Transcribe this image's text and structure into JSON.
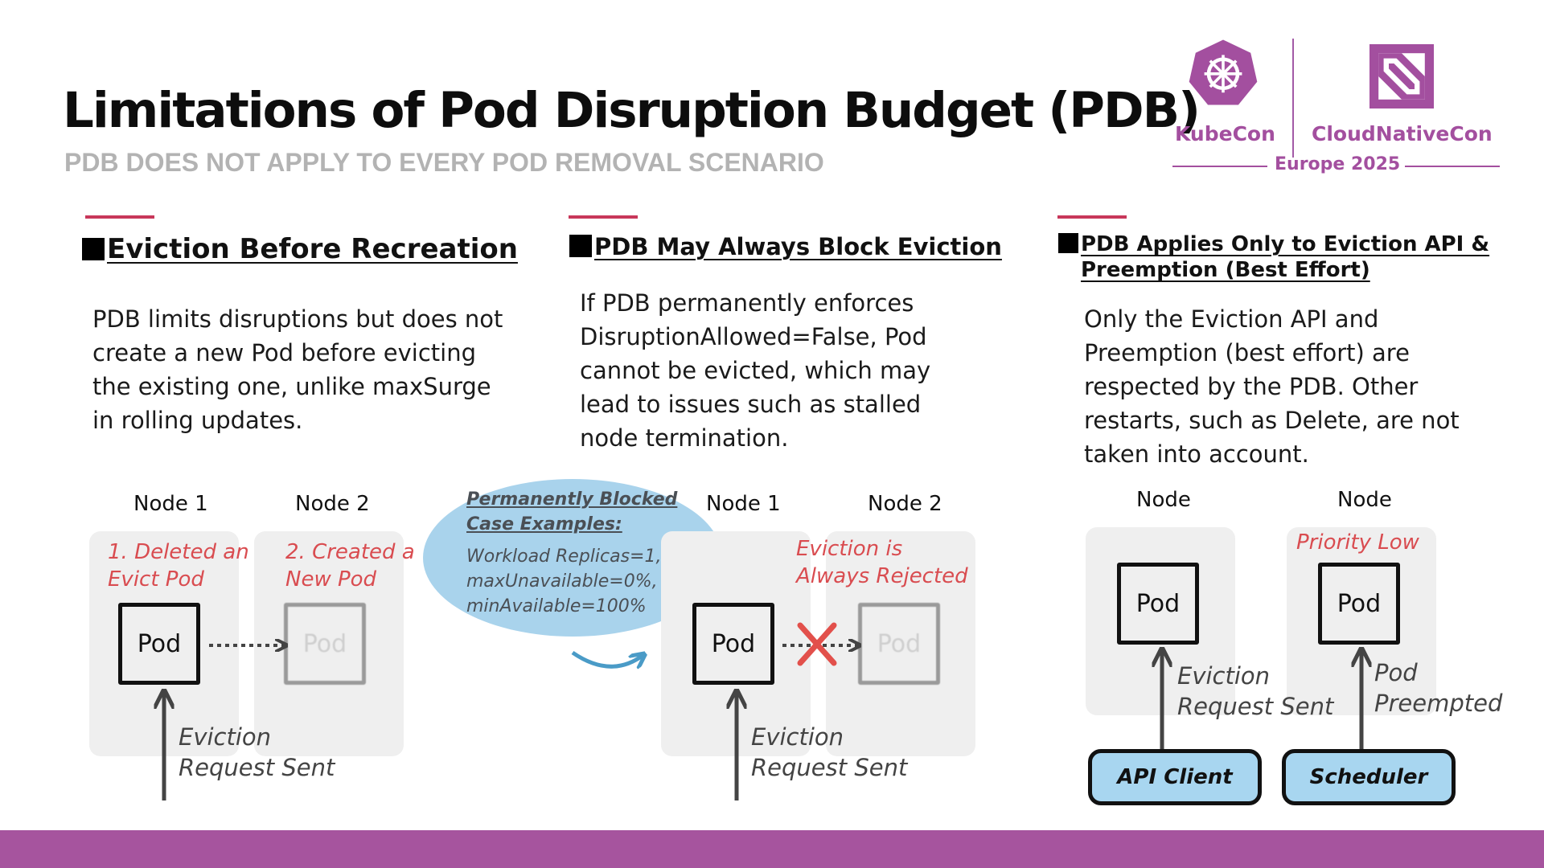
{
  "header": {
    "title": "Limitations of Pod Disruption Budget (PDB)",
    "subtitle": "PDB DOES NOT APPLY TO EVERY POD REMOVAL SCENARIO"
  },
  "logo": {
    "kubecon": "KubeCon",
    "cloudnativecon": "CloudNativeCon",
    "event": "Europe 2025",
    "brand_color": "#a34f9f"
  },
  "sections": [
    {
      "heading": "Eviction Before Recreation",
      "body": "PDB limits disruptions but does not create a new Pod before evicting the existing one, unlike maxSurge in rolling updates.",
      "node1": "Node 1",
      "node2": "Node 2",
      "step1": "1. Deleted an\nEvict Pod",
      "step2": "2. Created a\nNew Pod",
      "pod_label": "Pod",
      "ghost_pod_label": "Pod",
      "arrow_label": "Eviction\nRequest Sent"
    },
    {
      "heading": "PDB May Always Block Eviction",
      "body": "If PDB permanently enforces DisruptionAllowed=False, Pod cannot be evicted, which may lead to issues such as stalled node termination.",
      "node1": "Node 1",
      "node2": "Node 2",
      "rejected": "Eviction is\nAlways Rejected",
      "pod_label": "Pod",
      "ghost_pod_label": "Pod",
      "arrow_label": "Eviction\nRequest Sent",
      "callout_title": "Permanently Blocked\nCase Examples:",
      "callout_body": "Workload Replicas=1,\nmaxUnavailable=0%,\nminAvailable=100%"
    },
    {
      "heading_line1": "PDB Applies Only to Eviction API &",
      "heading_line2": "Preemption (Best Effort)",
      "body": "Only the Eviction API and Preemption (best effort) are respected by the PDB. Other restarts, such as Delete, are not taken into account.",
      "node_a": "Node",
      "node_b": "Node",
      "priority": "Priority Low",
      "pod_a": "Pod",
      "pod_b": "Pod",
      "label_a": "Eviction\nRequest Sent",
      "label_b": "Pod\nPreempted",
      "button_a": "API Client",
      "button_b": "Scheduler"
    }
  ],
  "colors": {
    "accent_red": "#c8375a",
    "label_red": "#d94c50",
    "button_blue": "#a8d6f0",
    "callout_blue": "#a9d3ec",
    "footer_purple": "#a6549e"
  },
  "icons": [
    "kubernetes-helm-icon",
    "cncf-logo-icon",
    "red-x-icon",
    "curved-arrow-icon"
  ]
}
